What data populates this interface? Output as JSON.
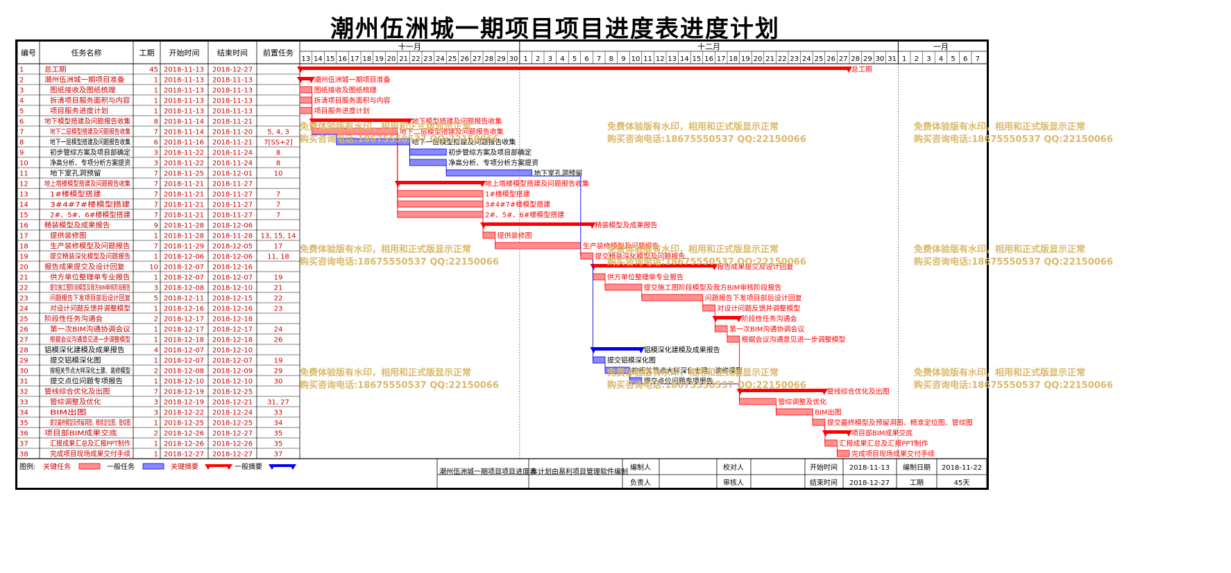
{
  "title": "潮州伍洲城一期项目项目进度表进度计划",
  "headers": {
    "id": "编号",
    "name": "任务名称",
    "dur": "工期",
    "start": "开始时间",
    "end": "结束时间",
    "pred": "前置任务"
  },
  "timescale": {
    "months": [
      {
        "label": "十一月",
        "days": [
          13,
          14,
          15,
          16,
          17,
          18,
          19,
          20,
          21,
          22,
          23,
          24,
          25,
          26,
          27,
          28,
          29,
          30
        ]
      },
      {
        "label": "十二月",
        "days": [
          1,
          2,
          3,
          4,
          5,
          6,
          7,
          8,
          9,
          10,
          11,
          12,
          13,
          14,
          15,
          16,
          17,
          18,
          19,
          20,
          21,
          22,
          23,
          24,
          25,
          26,
          27,
          28,
          29,
          30,
          31
        ]
      },
      {
        "label": "一月",
        "days": [
          1,
          2,
          3,
          4,
          5,
          6,
          7
        ]
      }
    ]
  },
  "tasks": [
    {
      "id": "1",
      "name": "总工期",
      "dur": "45",
      "start": "2018-11-13",
      "end": "2018-12-27",
      "pred": "",
      "kind": "summary-critical",
      "label": "总工期",
      "s": 0,
      "d": 45
    },
    {
      "id": "2",
      "name": "潮州伍洲城一期项目准备",
      "dur": "1",
      "start": "2018-11-13",
      "end": "2018-11-13",
      "pred": "",
      "kind": "summary-critical",
      "label": "潮州伍洲城一期项目准备",
      "s": 0,
      "d": 1
    },
    {
      "id": "3",
      "name": "图纸接收及图纸梳理",
      "dur": "1",
      "start": "2018-11-13",
      "end": "2018-11-13",
      "pred": "",
      "kind": "critical",
      "label": "图纸接收及图纸梳理",
      "s": 0,
      "d": 1
    },
    {
      "id": "4",
      "name": "拆清项目服务面积与内容",
      "dur": "1",
      "start": "2018-11-13",
      "end": "2018-11-13",
      "pred": "",
      "kind": "critical",
      "label": "拆清项目服务面积与内容",
      "s": 0,
      "d": 1
    },
    {
      "id": "5",
      "name": "项目服务进度计划",
      "dur": "1",
      "start": "2018-11-13",
      "end": "2018-11-13",
      "pred": "",
      "kind": "critical",
      "label": "项目服务进度计划",
      "s": 0,
      "d": 1
    },
    {
      "id": "6",
      "name": "地下模型搭建及问题报告收集",
      "dur": "8",
      "start": "2018-11-14",
      "end": "2018-11-21",
      "pred": "",
      "kind": "summary-critical",
      "label": "地下模型搭建及问题报告收集",
      "s": 1,
      "d": 8
    },
    {
      "id": "7",
      "name": "地下二层模型搭建及问题报告收集",
      "dur": "7",
      "start": "2018-11-14",
      "end": "2018-11-20",
      "pred": "5, 4, 3",
      "kind": "critical",
      "label": "地下二层模型搭建及问题报告收集",
      "s": 1,
      "d": 7
    },
    {
      "id": "8",
      "name": "地下一层模型搭建及问题报告收集",
      "dur": "6",
      "start": "2018-11-16",
      "end": "2018-11-21",
      "pred": "7[SS+2]",
      "kind": "normal",
      "label": "地下一层模型搭建及问题报告收集",
      "s": 3,
      "d": 6
    },
    {
      "id": "9",
      "name": "初步管综方案及项目部确定",
      "dur": "3",
      "start": "2018-11-22",
      "end": "2018-11-24",
      "pred": "8",
      "kind": "normal",
      "label": "初步管综方案及项目部确定",
      "s": 9,
      "d": 3
    },
    {
      "id": "10",
      "name": "净高分析、专项分析方案提资",
      "dur": "3",
      "start": "2018-11-22",
      "end": "2018-11-24",
      "pred": "8",
      "kind": "normal",
      "label": "净高分析、专项分析方案提资",
      "s": 9,
      "d": 3
    },
    {
      "id": "11",
      "name": "地下室孔洞预留",
      "dur": "7",
      "start": "2018-11-25",
      "end": "2018-12-01",
      "pred": "10",
      "kind": "normal",
      "label": "地下室孔洞预留",
      "s": 12,
      "d": 7
    },
    {
      "id": "12",
      "name": "地上塔楼模型搭建及问题报告收集",
      "dur": "7",
      "start": "2018-11-21",
      "end": "2018-11-27",
      "pred": "",
      "kind": "summary-critical",
      "label": "地上塔楼模型搭建及问题报告收集",
      "s": 8,
      "d": 7
    },
    {
      "id": "13",
      "name": "1#楼模型搭建",
      "dur": "7",
      "start": "2018-11-21",
      "end": "2018-11-27",
      "pred": "7",
      "kind": "critical",
      "label": "1#楼模型搭建",
      "s": 8,
      "d": 7
    },
    {
      "id": "14",
      "name": "3#4#7#楼模型搭建",
      "dur": "7",
      "start": "2018-11-21",
      "end": "2018-11-27",
      "pred": "7",
      "kind": "critical",
      "label": "3#4#7#楼模型搭建",
      "s": 8,
      "d": 7
    },
    {
      "id": "15",
      "name": "2#、5#、6#楼模型搭建",
      "dur": "7",
      "start": "2018-11-21",
      "end": "2018-11-27",
      "pred": "7",
      "kind": "critical",
      "label": "2#、5#、6#楼模型搭建",
      "s": 8,
      "d": 7
    },
    {
      "id": "16",
      "name": "精装模型及成果报告",
      "dur": "9",
      "start": "2018-11-28",
      "end": "2018-12-06",
      "pred": "",
      "kind": "summary-critical",
      "label": "精装模型及成果报告",
      "s": 15,
      "d": 9
    },
    {
      "id": "17",
      "name": "提供装修图",
      "dur": "1",
      "start": "2018-11-28",
      "end": "2018-11-28",
      "pred": "13, 15, 14",
      "kind": "critical",
      "label": "提供装修图",
      "s": 15,
      "d": 1
    },
    {
      "id": "18",
      "name": "生产装修模型及问题报告",
      "dur": "7",
      "start": "2018-11-29",
      "end": "2018-12-05",
      "pred": "17",
      "kind": "critical",
      "label": "生产装修模型及问题报告",
      "s": 16,
      "d": 7
    },
    {
      "id": "19",
      "name": "提交精装深化模型及问题报告",
      "dur": "1",
      "start": "2018-12-06",
      "end": "2018-12-06",
      "pred": "11, 18",
      "kind": "critical",
      "label": "提交精装深化模型及问题报告",
      "s": 23,
      "d": 1
    },
    {
      "id": "20",
      "name": "报告成果提交及设计回复",
      "dur": "10",
      "start": "2018-12-07",
      "end": "2018-12-16",
      "pred": "",
      "kind": "summary-critical",
      "label": "报告成果提交及设计回复",
      "s": 24,
      "d": 10
    },
    {
      "id": "21",
      "name": "供方单位整理单专业报告",
      "dur": "1",
      "start": "2018-12-07",
      "end": "2018-12-07",
      "pred": "19",
      "kind": "critical",
      "label": "供方单位整理单专业报告",
      "s": 24,
      "d": 1
    },
    {
      "id": "22",
      "name": "提交施工图阶段模型及我方BIM审核阶段报告",
      "dur": "3",
      "start": "2018-12-08",
      "end": "2018-12-10",
      "pred": "21",
      "kind": "critical",
      "label": "提交施工图阶段模型及我方BIM审核阶段报告",
      "s": 25,
      "d": 3
    },
    {
      "id": "23",
      "name": "问题报告下发项目部后设计回复",
      "dur": "5",
      "start": "2018-12-11",
      "end": "2018-12-15",
      "pred": "22",
      "kind": "critical",
      "label": "问题报告下发项目部后设计回复",
      "s": 28,
      "d": 5
    },
    {
      "id": "24",
      "name": "对设计问题反馈并调整模型",
      "dur": "1",
      "start": "2018-12-16",
      "end": "2018-12-16",
      "pred": "23",
      "kind": "critical",
      "label": "对设计问题反馈并调整模型",
      "s": 33,
      "d": 1
    },
    {
      "id": "25",
      "name": "阶段性任务沟通会",
      "dur": "2",
      "start": "2018-12-17",
      "end": "2018-12-18",
      "pred": "",
      "kind": "summary-critical",
      "label": "阶段性任务沟通会",
      "s": 34,
      "d": 2
    },
    {
      "id": "26",
      "name": "第一次BIM沟通协调会议",
      "dur": "1",
      "start": "2018-12-17",
      "end": "2018-12-17",
      "pred": "24",
      "kind": "critical",
      "label": "第一次BIM沟通协调会议",
      "s": 34,
      "d": 1
    },
    {
      "id": "27",
      "name": "根据会议沟通意见进一步调整模型",
      "dur": "1",
      "start": "2018-12-18",
      "end": "2018-12-18",
      "pred": "26",
      "kind": "critical",
      "label": "根据会议沟通意见进一步调整模型",
      "s": 35,
      "d": 1
    },
    {
      "id": "28",
      "name": "铝模深化建模及成果报告",
      "dur": "4",
      "start": "2018-12-07",
      "end": "2018-12-10",
      "pred": "",
      "kind": "summary-normal",
      "label": "铝模深化建模及成果报告",
      "s": 24,
      "d": 4
    },
    {
      "id": "29",
      "name": "提交铝模深化图",
      "dur": "1",
      "start": "2018-12-07",
      "end": "2018-12-07",
      "pred": "19",
      "kind": "normal",
      "label": "提交铝模深化图",
      "s": 24,
      "d": 1
    },
    {
      "id": "30",
      "name": "按相关节点大样深化土建、装修模型",
      "dur": "2",
      "start": "2018-12-08",
      "end": "2018-12-09",
      "pred": "29",
      "kind": "normal",
      "label": "按相关节点大样深化土建、装修模型",
      "s": 25,
      "d": 2
    },
    {
      "id": "31",
      "name": "提交点位问题专项报告",
      "dur": "1",
      "start": "2018-12-10",
      "end": "2018-12-10",
      "pred": "30",
      "kind": "normal",
      "label": "提交点位问题专项报告",
      "s": 27,
      "d": 1
    },
    {
      "id": "32",
      "name": "管线综合优化及出图",
      "dur": "7",
      "start": "2018-12-19",
      "end": "2018-12-25",
      "pred": "",
      "kind": "summary-critical",
      "label": "管线综合优化及出图",
      "s": 36,
      "d": 7
    },
    {
      "id": "33",
      "name": "管综调整及优化",
      "dur": "3",
      "start": "2018-12-19",
      "end": "2018-12-21",
      "pred": "31, 27",
      "kind": "critical",
      "label": "管综调整及优化",
      "s": 36,
      "d": 3
    },
    {
      "id": "34",
      "name": "BIM出图",
      "dur": "3",
      "start": "2018-12-22",
      "end": "2018-12-24",
      "pred": "33",
      "kind": "critical",
      "label": "BIM出图",
      "s": 39,
      "d": 3
    },
    {
      "id": "35",
      "name": "提交最终模型及预留洞图、精准定位图、管综图",
      "dur": "1",
      "start": "2018-12-25",
      "end": "2018-12-25",
      "pred": "34",
      "kind": "critical",
      "label": "提交最终模型及预留洞图、精准定位图、管综图",
      "s": 42,
      "d": 1
    },
    {
      "id": "36",
      "name": "项目部BIM成果交底",
      "dur": "2",
      "start": "2018-12-26",
      "end": "2018-12-27",
      "pred": "35",
      "kind": "summary-critical",
      "label": "项目部BIM成果交底",
      "s": 43,
      "d": 2
    },
    {
      "id": "37",
      "name": "汇报成果汇总及汇报PPT制作",
      "dur": "1",
      "start": "2018-12-26",
      "end": "2018-12-26",
      "pred": "35",
      "kind": "critical",
      "label": "汇报成果汇总及汇报PPT制作",
      "s": 43,
      "d": 1
    },
    {
      "id": "38",
      "name": "完成项目现场成果交付手续",
      "dur": "1",
      "start": "2018-12-27",
      "end": "2018-12-27",
      "pred": "37",
      "kind": "critical",
      "label": "完成项目现场成果交付手续",
      "s": 44,
      "d": 1
    }
  ],
  "legend": {
    "prefix": "图例:",
    "items": [
      {
        "label": "关键任务",
        "kind": "critical"
      },
      {
        "label": "一般任务",
        "kind": "normal"
      },
      {
        "label": "关键摘要",
        "kind": "summary-critical"
      },
      {
        "label": "一般摘要",
        "kind": "summary-normal"
      }
    ]
  },
  "footer": {
    "project": "潮州伍洲城一期项目项目进度表",
    "software": "本计划由易利项目管理软件编制",
    "compiler_label": "编制人",
    "checker_label": "校对人",
    "owner_label": "负责人",
    "reviewer_label": "审核人",
    "start_label": "开始时间",
    "start_value": "2018-11-13",
    "end_label": "结束时间",
    "end_value": "2018-12-27",
    "date_label": "编制日期",
    "date_value": "2018-11-22",
    "duration_label": "工期",
    "duration_value": "45天"
  },
  "watermark": {
    "line1": "免费体验版有水印，相用和正式版显示正常",
    "line2": "购买咨询电话:18675550537 QQ:22150066"
  },
  "colors": {
    "critical_fill": "#ff8f8f",
    "critical_line": "#ff0000",
    "normal_fill": "#8888ff",
    "normal_line": "#0000ee",
    "summary_critical": "#ff0000",
    "summary_normal": "#0000ee",
    "table_text": "#cc0000",
    "watermark": "#d9b96a"
  }
}
